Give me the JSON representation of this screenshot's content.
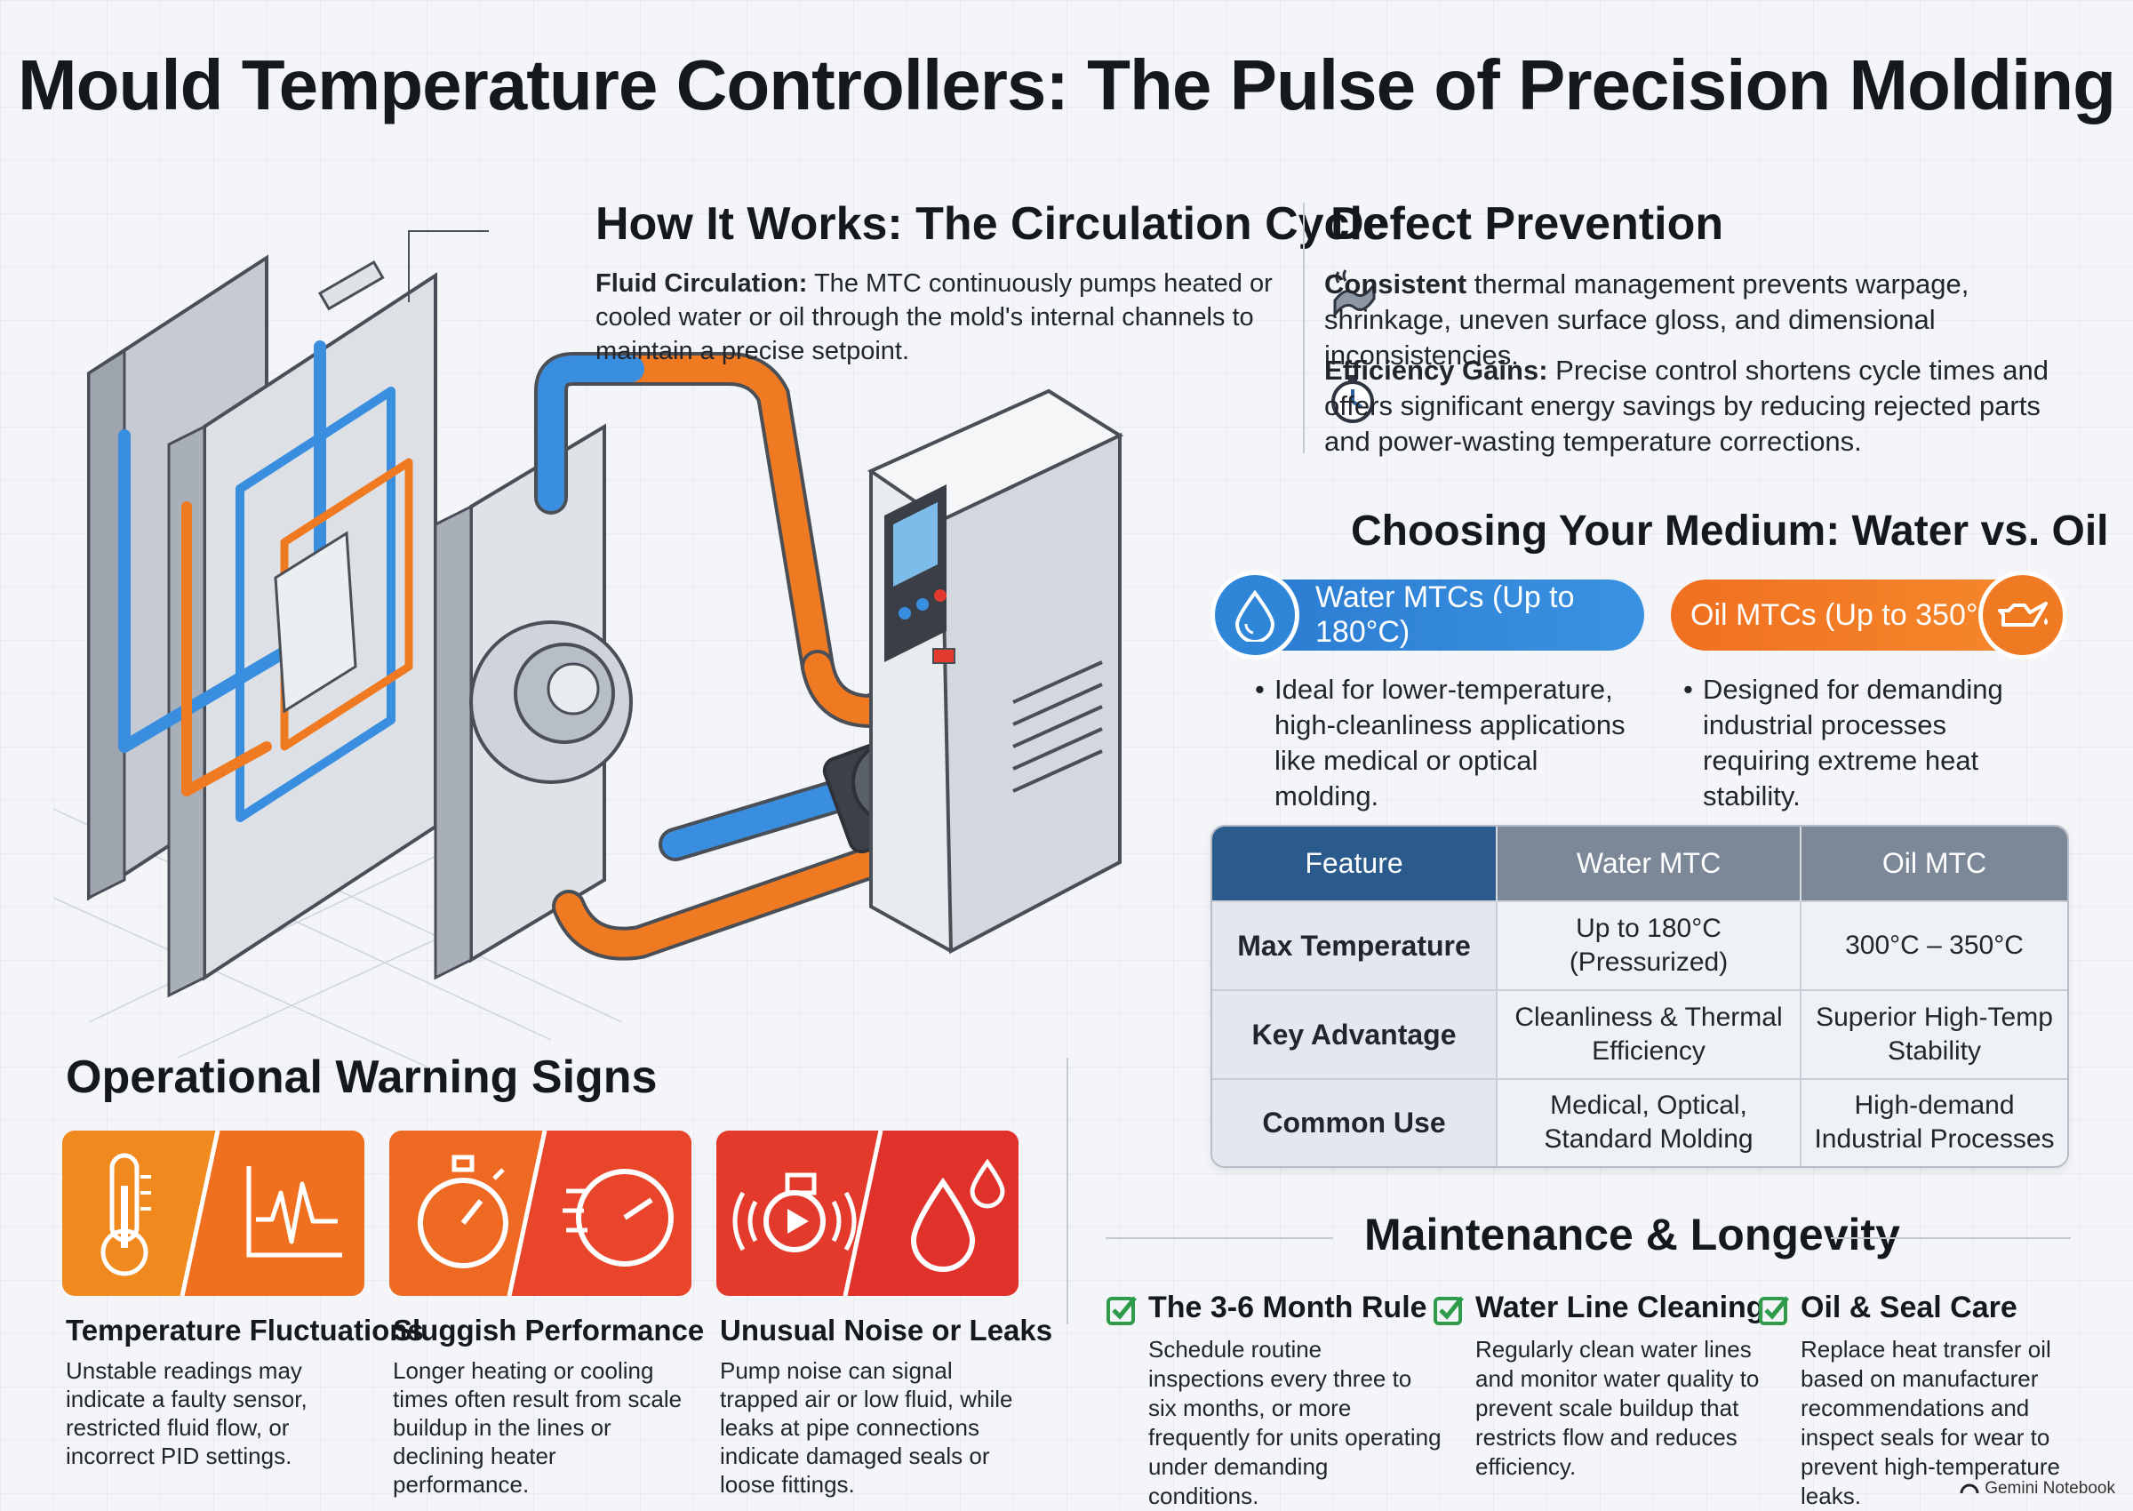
{
  "title": "Mould Temperature Controllers: The Pulse of Precision Molding",
  "how_it_works": {
    "heading": "How It Works: The Circulation Cycle",
    "label": "Fluid Circulation:",
    "text": " The MTC continuously pumps heated or cooled water or oil through the mold's internal channels to maintain a precise setpoint."
  },
  "defect_prevention": {
    "heading": "Defect Prevention",
    "items": [
      {
        "label": "Consistent",
        "text": " thermal management prevents warpage, shrinkage, uneven surface gloss, and dimensional inconsistencies."
      },
      {
        "label": "Efficiency Gains:",
        "text": " Precise control shortens cycle times and offers significant energy savings by reducing rejected parts and power-wasting temperature corrections."
      }
    ]
  },
  "medium": {
    "heading": "Choosing Your Medium: Water vs. Oil",
    "water_label": "Water MTCs (Up to 180°C)",
    "oil_label": "Oil MTCs (Up to 350°C)",
    "water_bullet": "Ideal for lower-temperature, high-cleanliness applications like medical or optical molding.",
    "oil_bullet": "Designed for demanding industrial processes requiring extreme heat stability."
  },
  "table": {
    "headers": [
      "Feature",
      "Water MTC",
      "Oil MTC"
    ],
    "rows": [
      [
        "Max Temperature",
        "Up to 180°C (Pressurized)",
        "300°C – 350°C"
      ],
      [
        "Key Advantage",
        "Cleanliness & Thermal Efficiency",
        "Superior High-Temp Stability"
      ],
      [
        "Common Use",
        "Medical, Optical, Standard Molding",
        "High-demand Industrial Processes"
      ]
    ]
  },
  "warning": {
    "heading": "Operational Warning Signs",
    "cards": [
      {
        "title": "Temperature Fluctuations",
        "desc": "Unstable readings may indicate a faulty sensor, restricted fluid flow, or incorrect PID settings."
      },
      {
        "title": "Sluggish Performance",
        "desc": "Longer heating or cooling times often result from scale buildup in the lines or declining heater performance."
      },
      {
        "title": "Unusual Noise or Leaks",
        "desc": "Pump noise can signal trapped air or low fluid, while leaks at pipe connections indicate damaged seals or loose fittings."
      }
    ]
  },
  "maintenance": {
    "heading": "Maintenance & Longevity",
    "items": [
      {
        "title": "The 3-6 Month Rule",
        "desc": "Schedule routine inspections every three to six months, or more frequently for units operating under demanding conditions."
      },
      {
        "title": "Water Line Cleaning",
        "desc": "Regularly clean water lines and monitor water quality to prevent scale buildup that restricts flow and reduces efficiency."
      },
      {
        "title": "Oil & Seal Care",
        "desc": "Replace heat transfer oil based on manufacturer recommendations and inspect seals for wear to prevent high-temperature leaks."
      }
    ]
  },
  "footer": "Gemini Notebook",
  "colors": {
    "water": "#2f86d8",
    "oil": "#f07a22",
    "red": "#e23a2c",
    "navy": "#2b5b8d",
    "check": "#2e9c4a"
  }
}
